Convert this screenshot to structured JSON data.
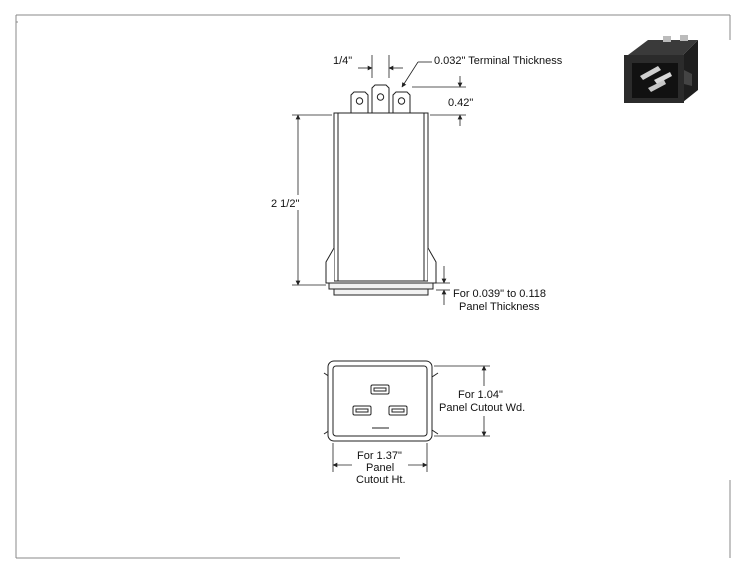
{
  "labels": {
    "terminal_spacing": "1/4\"",
    "terminal_thickness": "0.032\" Terminal Thickness",
    "terminal_height": "0.42\"",
    "body_height": "2 1/2\"",
    "panel_thickness_line1": "For 0.039\" to 0.118",
    "panel_thickness_line2": "Panel Thickness",
    "cutout_width_line1": "For 1.04\"",
    "cutout_width_line2": "Panel Cutout Wd.",
    "cutout_height_line1": "For 1.37\"",
    "cutout_height_line2": "Panel",
    "cutout_height_line3": "Cutout Ht."
  },
  "colors": {
    "line": "#222222",
    "frame": "#888888",
    "body_fill": "#ffffff",
    "bezel_fill": "#f2f2f2",
    "photo_dark": "#2b2b2b"
  }
}
